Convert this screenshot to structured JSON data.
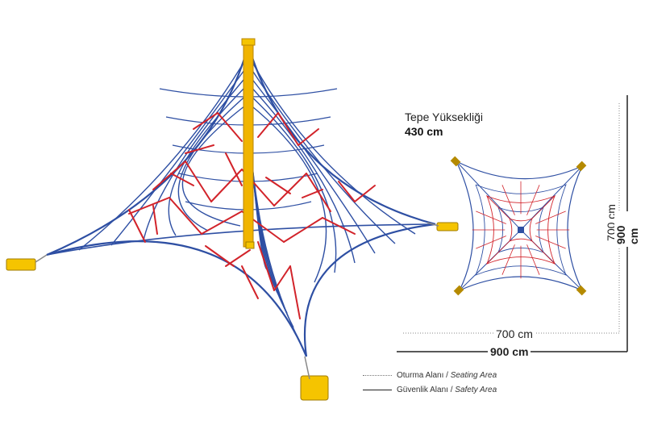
{
  "peak": {
    "label": "Tepe Yüksekliği",
    "value": "430 cm"
  },
  "dimensions": {
    "inner_horizontal": "700 cm",
    "outer_horizontal": "900 cm",
    "inner_vertical": "700 cm",
    "outer_vertical": "900 cm"
  },
  "legend": {
    "seating_tr": "Oturma Alanı",
    "seating_sep": " / ",
    "seating_en": "Seating Area",
    "safety_tr": "Güvenlik Alanı",
    "safety_sep": " / ",
    "safety_en": "Safety Area"
  },
  "colors": {
    "rope_blue": "#2e4fa3",
    "rope_red": "#d2232a",
    "post_yellow": "#f0b400",
    "anchor_yellow": "#f5c400",
    "dim_line": "#222222",
    "dotted_line": "#888888"
  }
}
